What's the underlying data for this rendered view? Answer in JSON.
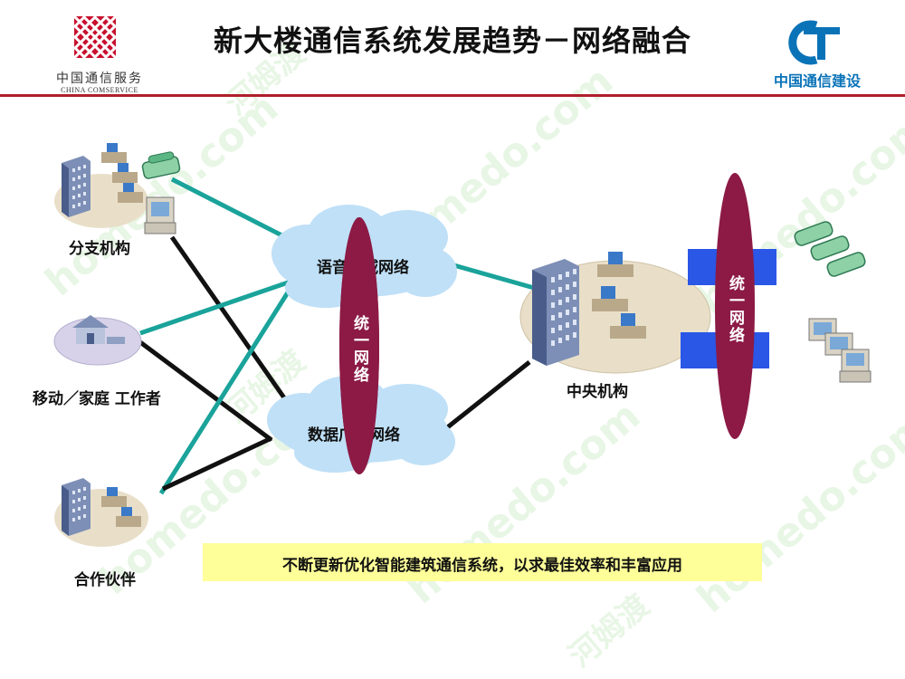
{
  "header": {
    "title": "新大楼通信系统发展趋势－网络融合",
    "left_logo": {
      "cn": "中国通信服务",
      "en": "CHINA COMSERVICE"
    },
    "right_logo": {
      "cn": "中国通信建设"
    }
  },
  "nodes": {
    "branch": "分支机构",
    "mobile_home": "移动／家庭  工作者",
    "partner": "合作伙伴",
    "central": "中央机构"
  },
  "clouds": {
    "voice": "语音广域网络",
    "data": "数据广域网络"
  },
  "unified": {
    "left": "统一网络",
    "right": "统一网络"
  },
  "banner": "不断更新优化智能建筑通信系统，以求最佳效率和丰富应用",
  "watermark": [
    "homedo.com",
    "河姆渡"
  ],
  "colors": {
    "rule": "#b01f2b",
    "teal_link": "#1aa39a",
    "black_link": "#111111",
    "oval": "#8c1a45",
    "cloud": "#bfe0f7",
    "blue_box": "#2a57e6",
    "banner": "#ffff99"
  }
}
